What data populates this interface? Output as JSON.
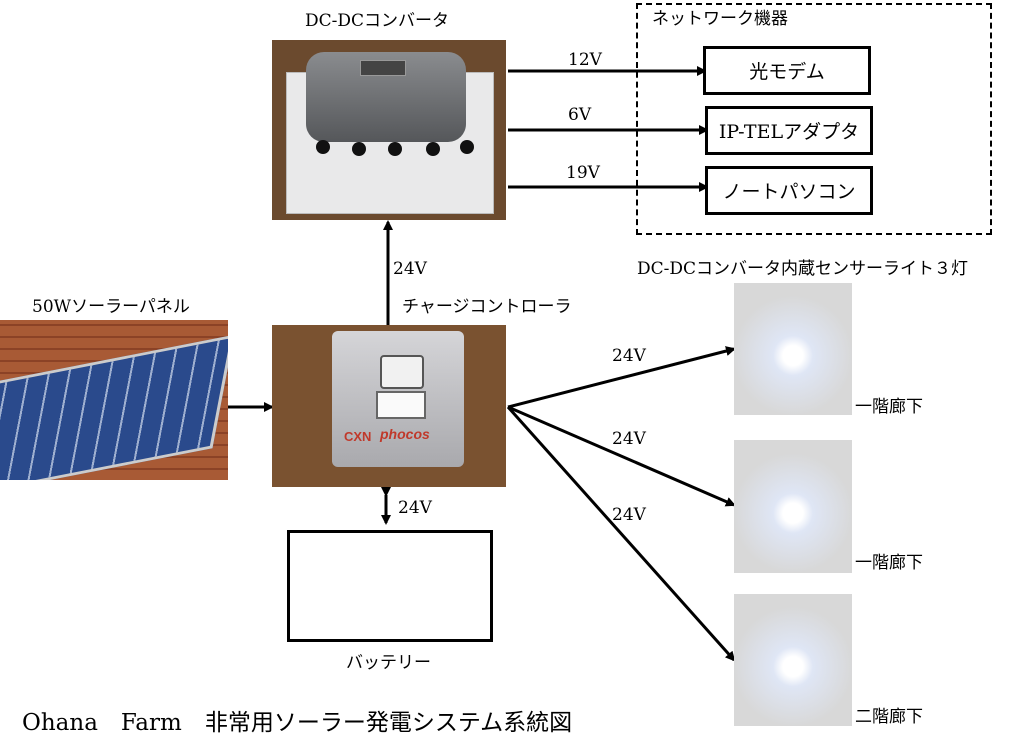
{
  "converter": {
    "title": "DC-DCコンバータ"
  },
  "network": {
    "title": "ネットワーク機器",
    "devices": [
      {
        "voltage": "12V",
        "name": "光モデム"
      },
      {
        "voltage": "6V",
        "name": "IP-TELアダプタ"
      },
      {
        "voltage": "19V",
        "name": "ノートパソコン"
      }
    ]
  },
  "solar_panel": {
    "label": "50Wソーラーパネル"
  },
  "controller": {
    "label": "チャージコントローラ",
    "brand_left": "CXN",
    "brand_right": "phocos"
  },
  "to_converter_voltage": "24V",
  "battery": {
    "label": "バッテリー",
    "voltage": "24V"
  },
  "lights": {
    "title": "DC-DCコンバータ内蔵センサーライト３灯",
    "items": [
      {
        "voltage": "24V",
        "location": "一階廊下"
      },
      {
        "voltage": "24V",
        "location": "一階廊下"
      },
      {
        "voltage": "24V",
        "location": "二階廊下"
      }
    ]
  },
  "footer": {
    "title": "Ohana　Farm　非常用ソーラー発電システム系統図"
  },
  "colors": {
    "line": "#000000",
    "converter_box": "#e9e9ea",
    "controller_body": "#c9c9cc",
    "wall": "#a0522d",
    "panel": "#2a4a8c",
    "light_bg": "#e0e0e0"
  }
}
